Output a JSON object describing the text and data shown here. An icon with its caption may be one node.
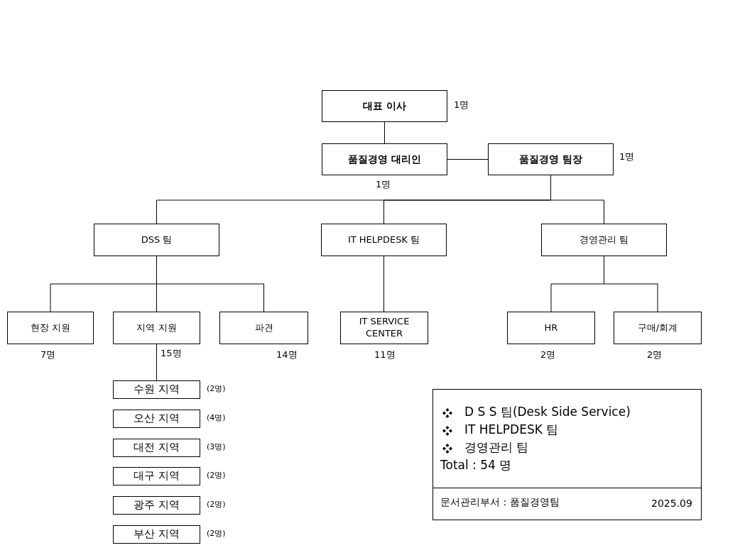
{
  "diagram": {
    "nodes": [
      {
        "text": [
          "대표 이사"
        ],
        "beside": [
          "1명"
        ]
      },
      {
        "text": [
          "품질경영 대리인"
        ],
        "beside": [
          "1명"
        ]
      },
      {
        "text": [
          "품질경영 팀장"
        ],
        "beside": [
          "1명"
        ]
      },
      {
        "text": [
          "DSS 팀"
        ]
      },
      {
        "text": [
          "IT HELPDESK 팀"
        ]
      },
      {
        "text": [
          "경영관리 팀"
        ]
      },
      {
        "text": [
          "현장 지원"
        ],
        "beside": [
          "7명"
        ]
      },
      {
        "text": [
          "지역 지원"
        ],
        "beside": [
          "15명"
        ]
      },
      {
        "text": [
          "파견"
        ],
        "beside": [
          "14명"
        ]
      },
      {
        "text": [
          "IT SERVICE CENTER"
        ],
        "beside": [
          "11명"
        ]
      },
      {
        "text": [
          "HR"
        ],
        "beside": [
          "2명"
        ]
      },
      {
        "text": [
          "구매/회계"
        ],
        "beside": [
          "2명"
        ]
      },
      {
        "text": [
          "수원 지역"
        ],
        "beside": [
          "(2명)"
        ]
      },
      {
        "text": [
          "오산 지역"
        ],
        "beside": [
          "(4명)"
        ]
      },
      {
        "text": [
          "대전 지역"
        ],
        "beside": [
          "(3명)"
        ]
      },
      {
        "text": [
          "대구 지역"
        ],
        "beside": [
          "(2명)"
        ]
      },
      {
        "text": [
          "광주 지역"
        ],
        "beside": [
          "(2명)"
        ]
      },
      {
        "text": [
          "부산 지역"
        ],
        "beside": [
          "(2명)"
        ]
      },
      {
        "text": [
          "D S S 팀(Desk Side Service)",
          "IT HELPDESK 팀",
          "경영관리 팀",
          "Total : 54 명",
          "문서관리부서 : 품질경영팀",
          "2025.09"
        ]
      }
    ],
    "edges": [
      {
        "from": 0,
        "to": 1,
        "arrow": "none"
      },
      {
        "from": 1,
        "to": 2,
        "arrow": "none"
      },
      {
        "from": 2,
        "to": 3,
        "arrow": "none"
      },
      {
        "from": 2,
        "to": 4,
        "arrow": "none"
      },
      {
        "from": 2,
        "to": 5,
        "arrow": "none"
      },
      {
        "from": 3,
        "to": 6,
        "arrow": "none"
      },
      {
        "from": 3,
        "to": 7,
        "arrow": "none"
      },
      {
        "from": 3,
        "to": 8,
        "arrow": "none"
      },
      {
        "from": 4,
        "to": 9,
        "arrow": "none"
      },
      {
        "from": 5,
        "to": 10,
        "arrow": "none"
      },
      {
        "from": 5,
        "to": 11,
        "arrow": "none"
      },
      {
        "from": 7,
        "to": 12,
        "arrow": "none"
      }
    ]
  }
}
